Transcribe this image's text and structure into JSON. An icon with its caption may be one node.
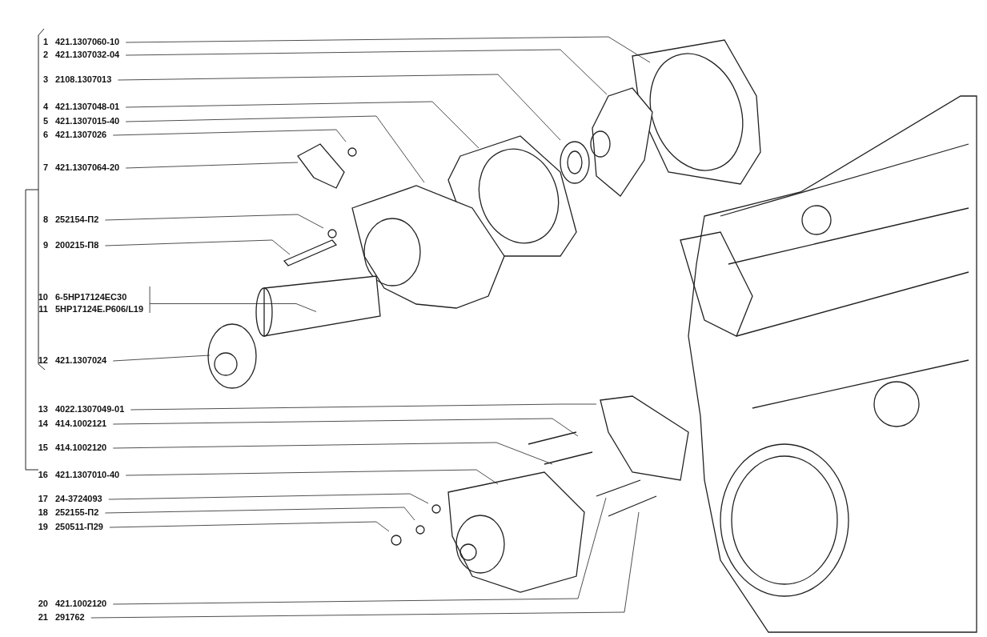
{
  "diagram": {
    "nodes": [
      {
        "text": [
          "1",
          "421.1307060-10"
        ]
      },
      {
        "text": [
          "2",
          "421.1307032-04"
        ]
      },
      {
        "text": [
          "3",
          "2108.1307013"
        ]
      },
      {
        "text": [
          "4",
          "421.1307048-01"
        ]
      },
      {
        "text": [
          "5",
          "421.1307015-40"
        ]
      },
      {
        "text": [
          "6",
          "421.1307026"
        ]
      },
      {
        "text": [
          "7",
          "421.1307064-20"
        ]
      },
      {
        "text": [
          "8",
          "252154-П2"
        ]
      },
      {
        "text": [
          "9",
          "200215-П8"
        ]
      },
      {
        "text": [
          "10",
          "6-5HP17124EC30"
        ]
      },
      {
        "text": [
          "11",
          "5HP17124E.P606/L19"
        ]
      },
      {
        "text": [
          "12",
          "421.1307024"
        ]
      },
      {
        "text": [
          "13",
          "4022.1307049-01"
        ]
      },
      {
        "text": [
          "14",
          "414.1002121"
        ]
      },
      {
        "text": [
          "15",
          "414.1002120"
        ]
      },
      {
        "text": [
          "16",
          "421.1307010-40"
        ]
      },
      {
        "text": [
          "17",
          "24-3724093"
        ]
      },
      {
        "text": [
          "18",
          "252155-П2"
        ]
      },
      {
        "text": [
          "19",
          "250511-П29"
        ]
      },
      {
        "text": [
          "20",
          "421.1002120"
        ]
      },
      {
        "text": [
          "21",
          "291762"
        ]
      }
    ],
    "edges": [
      {
        "from": 0,
        "to": null,
        "arrow": "none"
      },
      {
        "from": 1,
        "to": null,
        "arrow": "none"
      },
      {
        "from": 2,
        "to": null,
        "arrow": "none"
      },
      {
        "from": 3,
        "to": null,
        "arrow": "none"
      },
      {
        "from": 4,
        "to": null,
        "arrow": "none"
      },
      {
        "from": 5,
        "to": null,
        "arrow": "none"
      },
      {
        "from": 6,
        "to": null,
        "arrow": "none"
      },
      {
        "from": 7,
        "to": null,
        "arrow": "none"
      },
      {
        "from": 8,
        "to": null,
        "arrow": "none"
      },
      {
        "from": 9,
        "to": null,
        "arrow": "none"
      },
      {
        "from": 10,
        "to": null,
        "arrow": "none"
      },
      {
        "from": 11,
        "to": null,
        "arrow": "none"
      },
      {
        "from": 12,
        "to": null,
        "arrow": "none"
      },
      {
        "from": 13,
        "to": null,
        "arrow": "none"
      },
      {
        "from": 14,
        "to": null,
        "arrow": "none"
      },
      {
        "from": 15,
        "to": null,
        "arrow": "none"
      },
      {
        "from": 16,
        "to": null,
        "arrow": "none"
      },
      {
        "from": 17,
        "to": null,
        "arrow": "none"
      },
      {
        "from": 18,
        "to": null,
        "arrow": "none"
      },
      {
        "from": 19,
        "to": null,
        "arrow": "none"
      },
      {
        "from": 20,
        "to": null,
        "arrow": "none"
      }
    ]
  }
}
